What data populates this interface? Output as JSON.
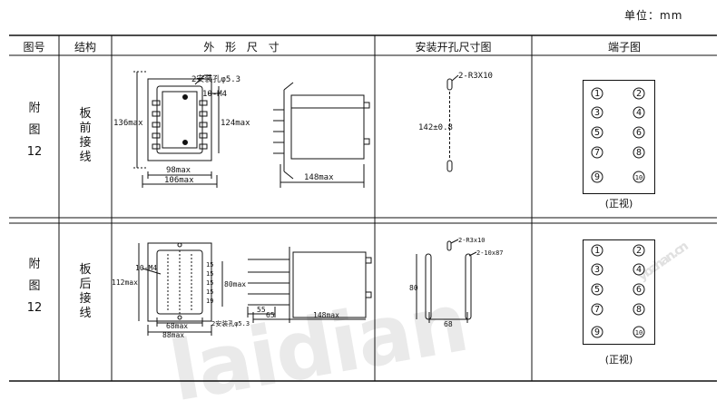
{
  "unit_label": "单位：mm",
  "headers": {
    "fig_no": "图号",
    "structure": "结构",
    "dimensions": "外 形 尺 寸",
    "mount_hole": "安装开孔尺寸图",
    "terminal": "端子图"
  },
  "rows": [
    {
      "fig_no": [
        "附",
        "图",
        "12"
      ],
      "structure": [
        "板",
        "前",
        "接",
        "线"
      ],
      "dims": {
        "mount_hole_note": "2安装孔φ5.3",
        "screw": "10-M4",
        "height": "136max",
        "height_inner": "124max",
        "width_inner": "98max",
        "width": "106max",
        "depth": "148max"
      },
      "hole": {
        "slot": "2-R3X10",
        "pitch": "142±0.8"
      },
      "terminals": [
        "1",
        "2",
        "3",
        "4",
        "5",
        "6",
        "7",
        "8",
        "9",
        "10"
      ],
      "view": "(正视)"
    },
    {
      "fig_no": [
        "附",
        "图",
        "12"
      ],
      "structure": [
        "板",
        "后",
        "接",
        "线"
      ],
      "dims": {
        "screw": "10-M4",
        "height": "112max",
        "height_inner": "80max",
        "width_inner": "68max",
        "width": "88max",
        "mount_hole_note": "2安装孔φ5.3",
        "depth_a": "55",
        "depth_b": "65",
        "depth": "148max",
        "pins": [
          "15",
          "15",
          "15",
          "15",
          "19"
        ]
      },
      "hole": {
        "slot": "2-R3x10",
        "slot2": "2-10x87",
        "height": "80",
        "pitch": "68"
      },
      "terminals": [
        "1",
        "2",
        "3",
        "4",
        "5",
        "6",
        "7",
        "8",
        "9",
        "10"
      ],
      "view": "(正视)"
    }
  ],
  "watermark": "laidian",
  "watermark_small": "ybzhan.cn"
}
